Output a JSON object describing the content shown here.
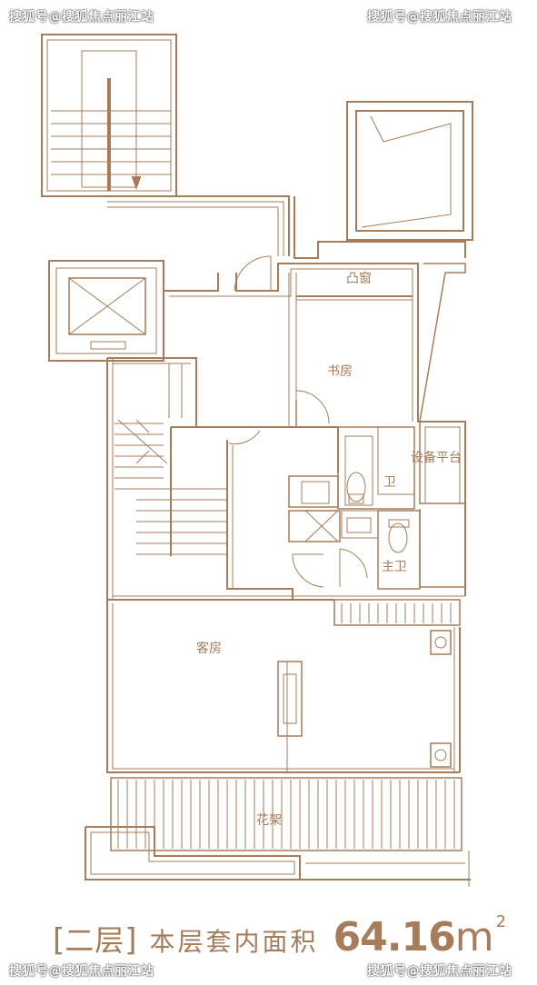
{
  "watermarks": {
    "top_left": "搜狐号@搜狐焦点丽江站",
    "top_right": "搜狐号@搜狐焦点丽江站",
    "bottom_left": "搜狐号@搜狐焦点丽江站",
    "bottom_right": "搜狐号@搜狐焦点丽江站"
  },
  "rooms": {
    "bay_window": "凸窗",
    "study": "书房",
    "equipment_platform": "设备平台",
    "bathroom": "卫",
    "master_bath": "主卫",
    "guest_room": "客房",
    "trellis": "花架"
  },
  "caption": {
    "bracket_open": "[",
    "floor": "二层",
    "bracket_close": "]",
    "area_label": "本层套内面积",
    "area_value": "64.16",
    "area_unit": "m",
    "area_exp": "2"
  },
  "colors": {
    "line": "#a67c5a",
    "background": "#ffffff"
  }
}
